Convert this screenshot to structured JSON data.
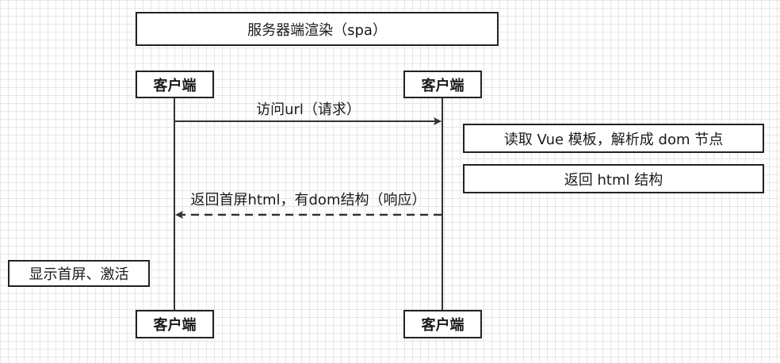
{
  "title": "服务器端渲染（spa）",
  "participants": {
    "left_top": "客户端",
    "right_top": "客户端",
    "left_bottom": "客户端",
    "right_bottom": "客户端"
  },
  "messages": {
    "request": "访问url（请求）",
    "response": "返回首屏html，有dom结构（响应）"
  },
  "notes": {
    "parse": "读取 Vue 模板，解析成 dom 节点",
    "return_html": "返回 html 结构",
    "display": "显示首屏、激活"
  },
  "colors": {
    "line": "#333333",
    "border": "#222222",
    "grid": "#e6e6e6"
  }
}
